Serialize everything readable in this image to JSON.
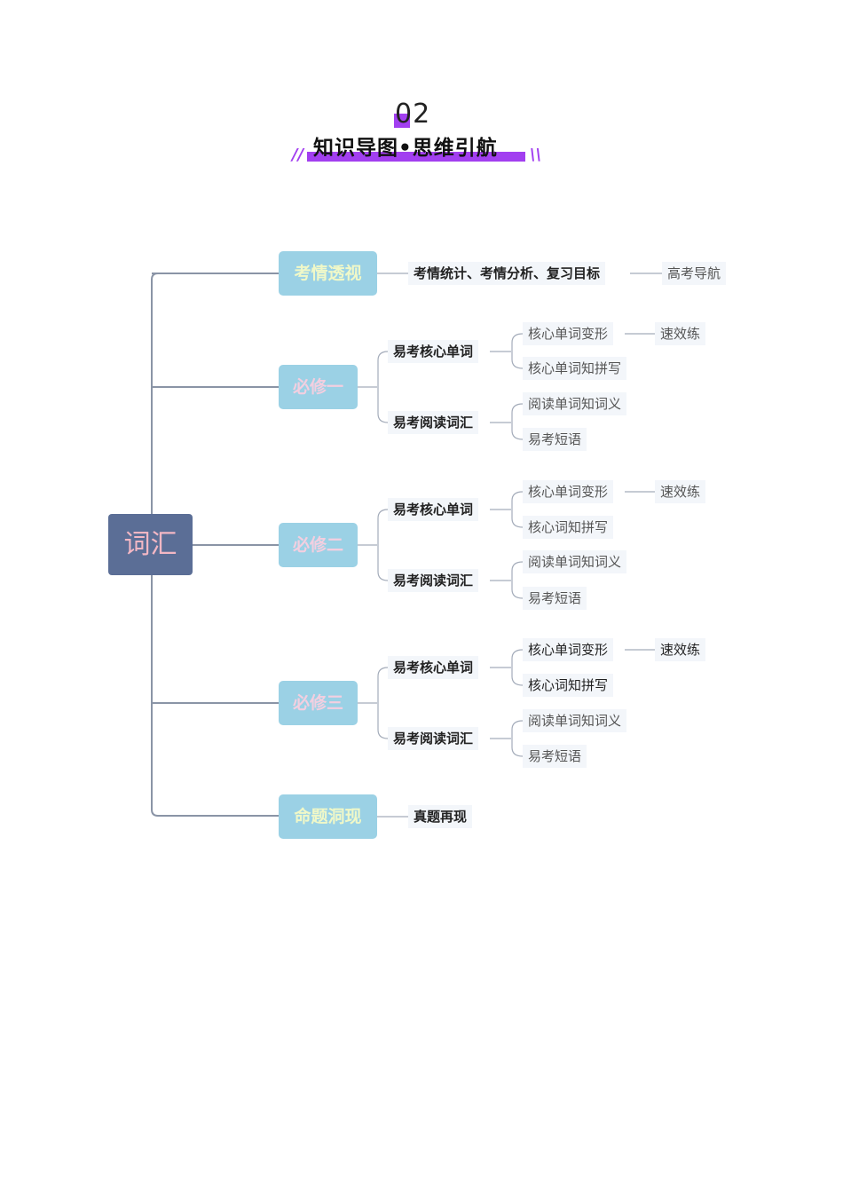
{
  "header": {
    "number": "02",
    "title": "知识导图•思维引航",
    "left_deco": "//",
    "right_deco": "\\\\"
  },
  "mindmap": {
    "root": "词汇",
    "branch_kaoqing": {
      "label": "考情透视",
      "child": "考情统计、考情分析、复习目标",
      "leaf": "高考导航"
    },
    "branch_bixiu1": {
      "label": "必修一",
      "core": {
        "label": "易考核心单词",
        "item1": "核心单词变形",
        "item1_leaf": "速效练",
        "item2": "核心单词知拼写"
      },
      "reading": {
        "label": "易考阅读词汇",
        "item1": "阅读单词知词义",
        "item2": "易考短语"
      }
    },
    "branch_bixiu2": {
      "label": "必修二",
      "core": {
        "label": "易考核心单词",
        "item1": "核心单词变形",
        "item1_leaf": "速效练",
        "item2": "核心词知拼写"
      },
      "reading": {
        "label": "易考阅读词汇",
        "item1": "阅读单词知词义",
        "item2": "易考短语"
      }
    },
    "branch_bixiu3": {
      "label": "必修三",
      "core": {
        "label": "易考核心单词",
        "item1": "核心单词变形",
        "item1_leaf": "速效练",
        "item2": "核心词知拼写"
      },
      "reading": {
        "label": "易考阅读词汇",
        "item1": "阅读单词知词义",
        "item2": "易考短语"
      }
    },
    "branch_mingti": {
      "label": "命题洞现",
      "child": "真题再现"
    }
  },
  "colors": {
    "accent": "#a23ff0",
    "root_fill": "#5b6e96",
    "level1_fill": "#9bd1e5",
    "connector": "#8a94a6"
  }
}
